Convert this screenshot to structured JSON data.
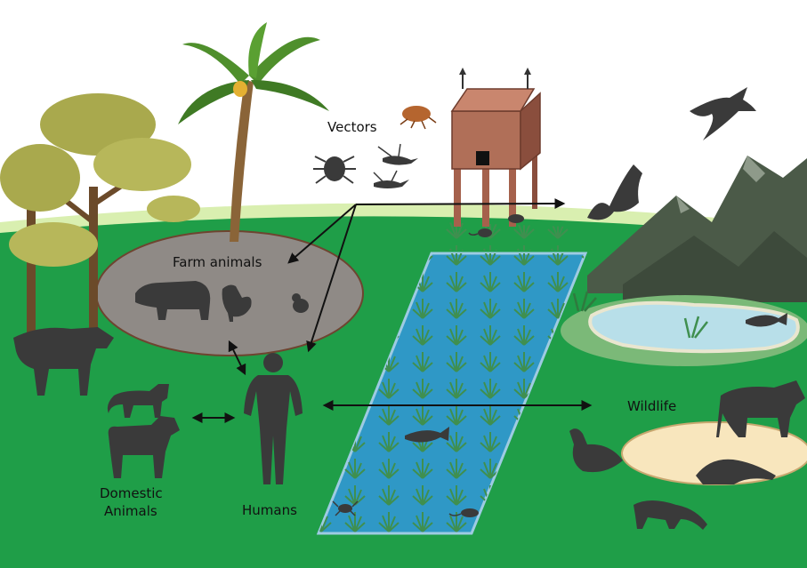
{
  "labels": {
    "vectors": "Vectors",
    "farm_animals": "Farm animals",
    "wildlife": "Wildlife",
    "domestic_line1": "Domestic",
    "domestic_line2": "Animals",
    "humans": "Humans"
  },
  "colors": {
    "grass": "#1f9e48",
    "horizon": "#d9efb0",
    "farm_yard": "#8f8a86",
    "wild_yard": "#f8e6bd",
    "rice_water": "#2f98c6",
    "pond": "#b8dfe9",
    "mountain": "#4b5a48",
    "coop": "#a5614c",
    "silhouette": "#3a3a3a"
  },
  "icons": [
    "palm-tree-icon",
    "acacia-tree-icon",
    "flea-icon",
    "tick-icon",
    "mosquito-icon",
    "bird-icon",
    "bat-icon",
    "stilt-house-icon",
    "pig-icon",
    "rooster-icon",
    "chick-icon",
    "cow-icon",
    "cat-icon",
    "dog-icon",
    "human-icon",
    "fish-icon",
    "duck-icon",
    "buffalo-icon",
    "pangolin-icon",
    "civet-icon",
    "rat-icon",
    "crab-icon"
  ]
}
